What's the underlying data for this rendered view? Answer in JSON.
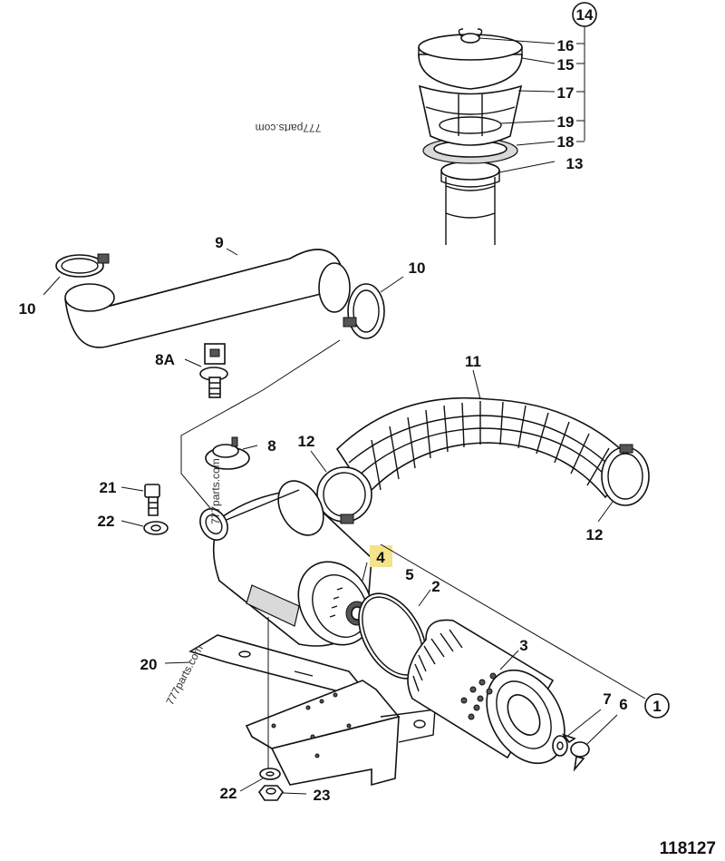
{
  "diagram": {
    "figure_number": "118127",
    "watermarks": [
      "777parts.com",
      "777parts.com",
      "777parts.com"
    ],
    "callouts": {
      "c14": "14",
      "c16": "16",
      "c15": "15",
      "c17": "17",
      "c19": "19",
      "c18": "18",
      "c13": "13",
      "c9": "9",
      "c10a": "10",
      "c10b": "10",
      "c8a": "8A",
      "c11": "11",
      "c8": "8",
      "c12a": "12",
      "c12b": "12",
      "c21": "21",
      "c22a": "22",
      "c4": "4",
      "c5": "5",
      "c2": "2",
      "c3": "3",
      "c20": "20",
      "c7": "7",
      "c6": "6",
      "c1": "1",
      "c22b": "22",
      "c23": "23"
    },
    "highlight_color": "#f3e38a"
  }
}
